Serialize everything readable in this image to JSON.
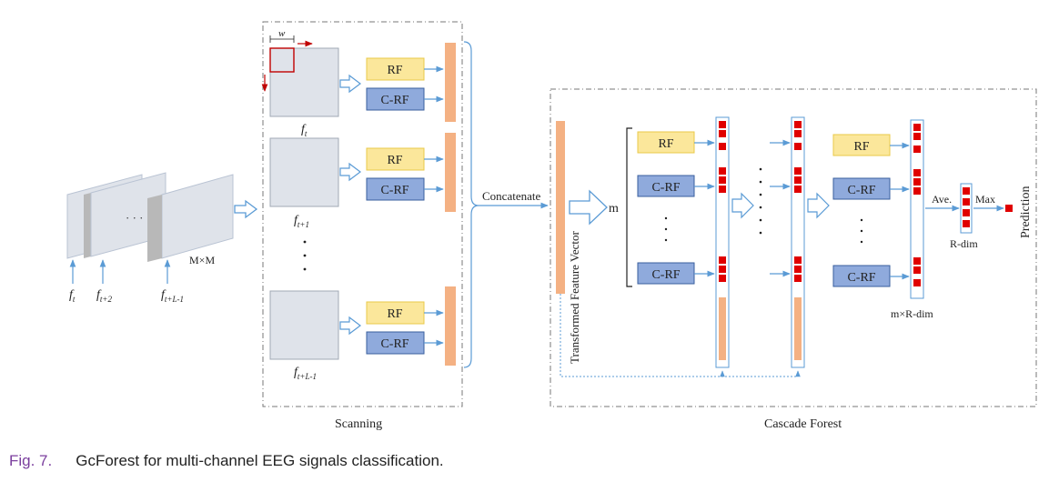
{
  "colors": {
    "rf_fill": "#fbe79b",
    "rf_stroke": "#e8c84a",
    "crf_fill": "#8faadc",
    "crf_stroke": "#3a5f9e",
    "orange": "#f4b183",
    "red": "#e00000",
    "blue": "#5b9bd5",
    "gray_panel": "#dfe3ea"
  },
  "input": {
    "labels": [
      {
        "main": "f",
        "sub": "t"
      },
      {
        "main": "f",
        "sub": "t+2"
      },
      {
        "main": "f",
        "sub": "t+L-1"
      }
    ],
    "ellipsis": "· · ·",
    "size_label": "M×M"
  },
  "scanning": {
    "title": "Scanning",
    "window_label": "w",
    "frames": [
      {
        "main": "f",
        "sub": "t"
      },
      {
        "main": "f",
        "sub": "t+1"
      },
      {
        "main": "f",
        "sub": "t+L-1"
      }
    ],
    "rf_label": "RF",
    "crf_label": "C-RF",
    "dots": "·"
  },
  "concat_label": "Concatenate",
  "tfv_label": "Transformed Feature Vector",
  "cascade": {
    "title": "Cascade Forest",
    "m_label": "m",
    "rf_label": "RF",
    "crf_label": "C-RF",
    "mr_dim": "m×R-dim",
    "r_dim": "R-dim",
    "ave": "Ave.",
    "max": "Max",
    "prediction": "Prediction"
  },
  "caption": {
    "number": "Fig. 7.",
    "text": "GcForest for multi-channel EEG signals classification."
  }
}
